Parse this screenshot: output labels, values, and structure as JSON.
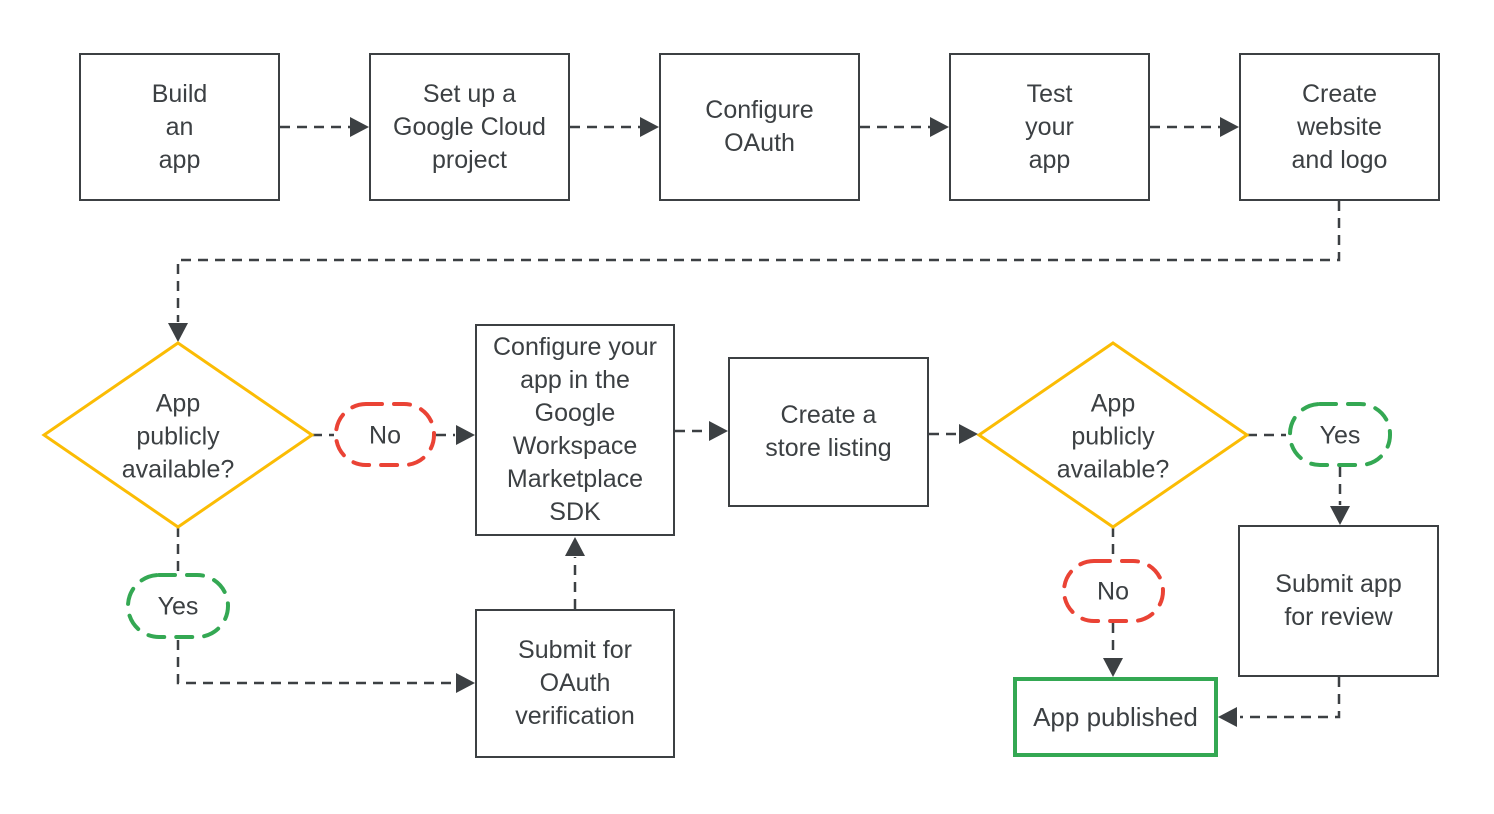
{
  "flowchart": {
    "top_row": [
      {
        "label": "Build\nan\napp"
      },
      {
        "label": "Set up a\nGoogle Cloud\nproject"
      },
      {
        "label": "Configure\nOAuth"
      },
      {
        "label": "Test\nyour\napp"
      },
      {
        "label": "Create\nwebsite\nand logo"
      }
    ],
    "decisions": {
      "left": {
        "label": "App\npublicly\navailable?"
      },
      "right": {
        "label": "App\npublicly\navailable?"
      }
    },
    "branch_labels": {
      "left_no": "No",
      "left_yes": "Yes",
      "right_yes": "Yes",
      "right_no": "No"
    },
    "process": {
      "sdk": "Configure your\napp in the\nGoogle\nWorkspace\nMarketplace\nSDK",
      "store_listing": "Create a\nstore listing",
      "submit_review": "Submit app\nfor review",
      "oauth_verification": "Submit for\nOAuth\nverification",
      "published": "App published"
    },
    "colors": {
      "line": "#3c4043",
      "text": "#3c4043",
      "decision_border": "#fbbc04",
      "no_border": "#ea4335",
      "yes_border": "#34a853",
      "published_border": "#34a853",
      "background": "#ffffff"
    }
  }
}
